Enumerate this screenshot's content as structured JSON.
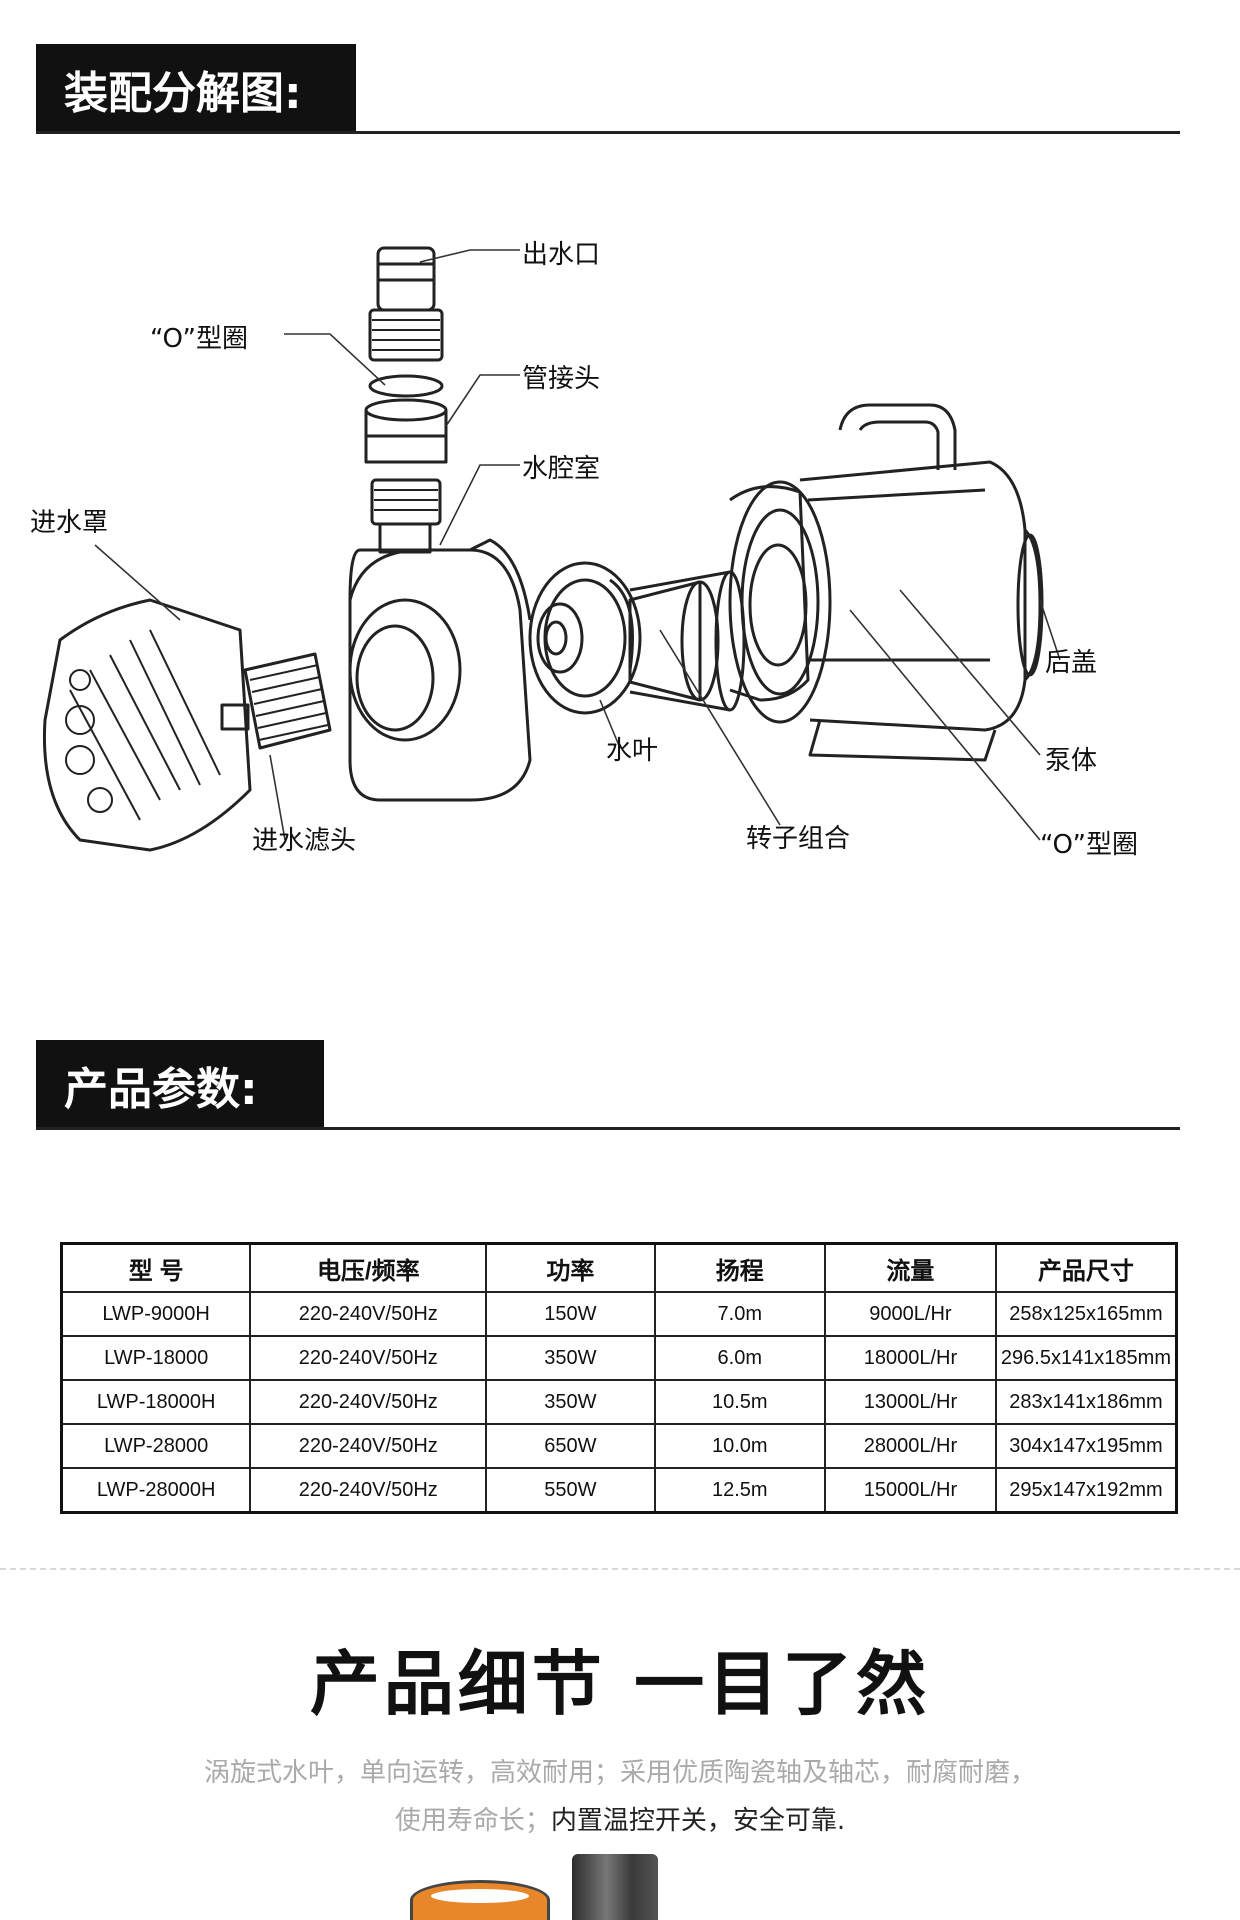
{
  "sections": {
    "assembly_title": "装配分解图:",
    "params_title": "产品参数:"
  },
  "diagram": {
    "labels": {
      "outlet": "出水口",
      "oring_top": "“O”型圈",
      "pipe_connector": "管接头",
      "water_chamber": "水腔室",
      "inlet_cover": "进水罩",
      "rear_cover": "后盖",
      "impeller": "水叶",
      "pump_body": "泵体",
      "inlet_filter": "进水滤头",
      "rotor_assembly": "转子组合",
      "oring_bottom": "“O”型圈"
    }
  },
  "table": {
    "headers": [
      "型 号",
      "电压/频率",
      "功率",
      "扬程",
      "流量",
      "产品尺寸"
    ],
    "rows": [
      [
        "LWP-9000H",
        "220-240V/50Hz",
        "150W",
        "7.0m",
        "9000L/Hr",
        "258x125x165mm"
      ],
      [
        "LWP-18000",
        "220-240V/50Hz",
        "350W",
        "6.0m",
        "18000L/Hr",
        "296.5x141x185mm"
      ],
      [
        "LWP-18000H",
        "220-240V/50Hz",
        "350W",
        "10.5m",
        "13000L/Hr",
        "283x141x186mm"
      ],
      [
        "LWP-28000",
        "220-240V/50Hz",
        "650W",
        "10.0m",
        "28000L/Hr",
        "304x147x195mm"
      ],
      [
        "LWP-28000H",
        "220-240V/50Hz",
        "550W",
        "12.5m",
        "15000L/Hr",
        "295x147x192mm"
      ]
    ]
  },
  "details": {
    "title": "产品细节 一目了然",
    "desc_line1": "涡旋式水叶，单向运转，高效耐用；采用优质陶瓷轴及轴芯，耐腐耐磨，",
    "desc_line2_light": "使用寿命长；",
    "desc_line2_dark": "内置温控开关，安全可靠."
  }
}
